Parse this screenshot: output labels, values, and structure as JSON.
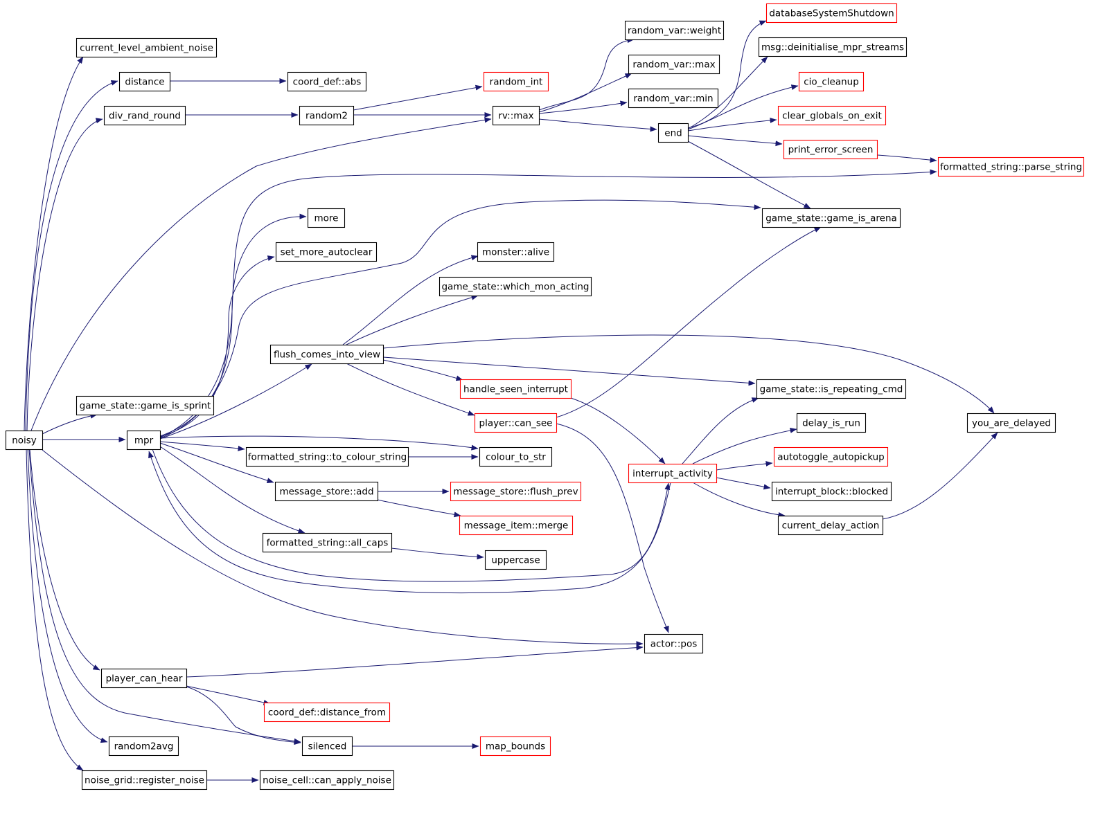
{
  "diagram": {
    "type": "call-graph",
    "colors": {
      "edge": "#191970",
      "root_fill": "#bfbfbf",
      "normal_border": "#000000",
      "truncated_border": "#ff0000"
    },
    "nodes": [
      {
        "id": "noisy",
        "label": "noisy",
        "style": "root"
      },
      {
        "id": "current_level_ambient_noise",
        "label": "current_level_ambient_noise",
        "style": "normal"
      },
      {
        "id": "distance",
        "label": "distance",
        "style": "normal"
      },
      {
        "id": "coord_def_abs",
        "label": "coord_def::abs",
        "style": "normal"
      },
      {
        "id": "div_rand_round",
        "label": "div_rand_round",
        "style": "normal"
      },
      {
        "id": "random2",
        "label": "random2",
        "style": "normal"
      },
      {
        "id": "random_int",
        "label": "random_int",
        "style": "truncated"
      },
      {
        "id": "rv_max",
        "label": "rv::max",
        "style": "normal"
      },
      {
        "id": "random_var_weight",
        "label": "random_var::weight",
        "style": "normal"
      },
      {
        "id": "random_var_max",
        "label": "random_var::max",
        "style": "normal"
      },
      {
        "id": "random_var_min",
        "label": "random_var::min",
        "style": "normal"
      },
      {
        "id": "end",
        "label": "end",
        "style": "normal"
      },
      {
        "id": "databaseSystemShutdown",
        "label": "databaseSystemShutdown",
        "style": "truncated"
      },
      {
        "id": "msg_deinit",
        "label": "msg::deinitialise_mpr_streams",
        "style": "normal"
      },
      {
        "id": "cio_cleanup",
        "label": "cio_cleanup",
        "style": "truncated"
      },
      {
        "id": "clear_globals_on_exit",
        "label": "clear_globals_on_exit",
        "style": "truncated"
      },
      {
        "id": "print_error_screen",
        "label": "print_error_screen",
        "style": "truncated"
      },
      {
        "id": "parse_string",
        "label": "formatted_string::parse_string",
        "style": "truncated"
      },
      {
        "id": "game_is_arena",
        "label": "game_state::game_is_arena",
        "style": "normal"
      },
      {
        "id": "more",
        "label": "more",
        "style": "normal"
      },
      {
        "id": "set_more_autoclear",
        "label": "set_more_autoclear",
        "style": "normal"
      },
      {
        "id": "monster_alive",
        "label": "monster::alive",
        "style": "normal"
      },
      {
        "id": "which_mon_acting",
        "label": "game_state::which_mon_acting",
        "style": "normal"
      },
      {
        "id": "flush_comes_into_view",
        "label": "flush_comes_into_view",
        "style": "normal"
      },
      {
        "id": "handle_seen_interrupt",
        "label": "handle_seen_interrupt",
        "style": "truncated"
      },
      {
        "id": "is_repeating_cmd",
        "label": "game_state::is_repeating_cmd",
        "style": "normal"
      },
      {
        "id": "you_are_delayed",
        "label": "you_are_delayed",
        "style": "normal"
      },
      {
        "id": "game_is_sprint",
        "label": "game_state::game_is_sprint",
        "style": "normal"
      },
      {
        "id": "mpr",
        "label": "mpr",
        "style": "normal"
      },
      {
        "id": "player_can_see",
        "label": "player::can_see",
        "style": "truncated"
      },
      {
        "id": "delay_is_run",
        "label": "delay_is_run",
        "style": "normal"
      },
      {
        "id": "to_colour_string",
        "label": "formatted_string::to_colour_string",
        "style": "normal"
      },
      {
        "id": "colour_to_str",
        "label": "colour_to_str",
        "style": "normal"
      },
      {
        "id": "autotoggle_autopickup",
        "label": "autotoggle_autopickup",
        "style": "truncated"
      },
      {
        "id": "interrupt_activity",
        "label": "interrupt_activity",
        "style": "truncated"
      },
      {
        "id": "interrupt_block_blocked",
        "label": "interrupt_block::blocked",
        "style": "normal"
      },
      {
        "id": "message_store_add",
        "label": "message_store::add",
        "style": "normal"
      },
      {
        "id": "message_store_flush_prev",
        "label": "message_store::flush_prev",
        "style": "truncated"
      },
      {
        "id": "current_delay_action",
        "label": "current_delay_action",
        "style": "normal"
      },
      {
        "id": "message_item_merge",
        "label": "message_item::merge",
        "style": "truncated"
      },
      {
        "id": "all_caps",
        "label": "formatted_string::all_caps",
        "style": "normal"
      },
      {
        "id": "uppercase",
        "label": "uppercase",
        "style": "normal"
      },
      {
        "id": "actor_pos",
        "label": "actor::pos",
        "style": "normal"
      },
      {
        "id": "player_can_hear",
        "label": "player_can_hear",
        "style": "normal"
      },
      {
        "id": "distance_from",
        "label": "coord_def::distance_from",
        "style": "truncated"
      },
      {
        "id": "random2avg",
        "label": "random2avg",
        "style": "normal"
      },
      {
        "id": "silenced",
        "label": "silenced",
        "style": "normal"
      },
      {
        "id": "map_bounds",
        "label": "map_bounds",
        "style": "truncated"
      },
      {
        "id": "register_noise",
        "label": "noise_grid::register_noise",
        "style": "normal"
      },
      {
        "id": "can_apply_noise",
        "label": "noise_cell::can_apply_noise",
        "style": "normal"
      }
    ],
    "edges": [
      [
        "noisy",
        "current_level_ambient_noise"
      ],
      [
        "noisy",
        "distance"
      ],
      [
        "noisy",
        "div_rand_round"
      ],
      [
        "noisy",
        "rv_max"
      ],
      [
        "noisy",
        "game_is_sprint"
      ],
      [
        "noisy",
        "mpr"
      ],
      [
        "noisy",
        "actor_pos"
      ],
      [
        "noisy",
        "player_can_hear"
      ],
      [
        "noisy",
        "random2avg"
      ],
      [
        "noisy",
        "silenced"
      ],
      [
        "noisy",
        "register_noise"
      ],
      [
        "distance",
        "coord_def_abs"
      ],
      [
        "div_rand_round",
        "random2"
      ],
      [
        "random2",
        "random_int"
      ],
      [
        "random2",
        "rv_max"
      ],
      [
        "rv_max",
        "random_var_weight"
      ],
      [
        "rv_max",
        "random_var_max"
      ],
      [
        "rv_max",
        "random_var_min"
      ],
      [
        "rv_max",
        "end"
      ],
      [
        "end",
        "databaseSystemShutdown"
      ],
      [
        "end",
        "msg_deinit"
      ],
      [
        "end",
        "cio_cleanup"
      ],
      [
        "end",
        "clear_globals_on_exit"
      ],
      [
        "end",
        "print_error_screen"
      ],
      [
        "end",
        "game_is_arena"
      ],
      [
        "print_error_screen",
        "parse_string"
      ],
      [
        "mpr",
        "parse_string"
      ],
      [
        "mpr",
        "more"
      ],
      [
        "mpr",
        "set_more_autoclear"
      ],
      [
        "mpr",
        "game_is_arena"
      ],
      [
        "mpr",
        "flush_comes_into_view"
      ],
      [
        "mpr",
        "to_colour_string"
      ],
      [
        "mpr",
        "colour_to_str"
      ],
      [
        "mpr",
        "message_store_add"
      ],
      [
        "mpr",
        "all_caps"
      ],
      [
        "mpr",
        "interrupt_activity"
      ],
      [
        "flush_comes_into_view",
        "monster_alive"
      ],
      [
        "flush_comes_into_view",
        "which_mon_acting"
      ],
      [
        "flush_comes_into_view",
        "you_are_delayed"
      ],
      [
        "flush_comes_into_view",
        "handle_seen_interrupt"
      ],
      [
        "flush_comes_into_view",
        "is_repeating_cmd"
      ],
      [
        "flush_comes_into_view",
        "player_can_see"
      ],
      [
        "handle_seen_interrupt",
        "interrupt_activity"
      ],
      [
        "player_can_see",
        "game_is_arena"
      ],
      [
        "player_can_see",
        "actor_pos"
      ],
      [
        "to_colour_string",
        "colour_to_str"
      ],
      [
        "message_store_add",
        "message_store_flush_prev"
      ],
      [
        "message_store_add",
        "message_item_merge"
      ],
      [
        "all_caps",
        "uppercase"
      ],
      [
        "interrupt_activity",
        "is_repeating_cmd"
      ],
      [
        "interrupt_activity",
        "delay_is_run"
      ],
      [
        "interrupt_activity",
        "autotoggle_autopickup"
      ],
      [
        "interrupt_activity",
        "interrupt_block_blocked"
      ],
      [
        "interrupt_activity",
        "current_delay_action"
      ],
      [
        "interrupt_activity",
        "mpr"
      ],
      [
        "current_delay_action",
        "you_are_delayed"
      ],
      [
        "player_can_hear",
        "actor_pos"
      ],
      [
        "player_can_hear",
        "distance_from"
      ],
      [
        "player_can_hear",
        "silenced"
      ],
      [
        "silenced",
        "map_bounds"
      ],
      [
        "register_noise",
        "can_apply_noise"
      ]
    ]
  }
}
